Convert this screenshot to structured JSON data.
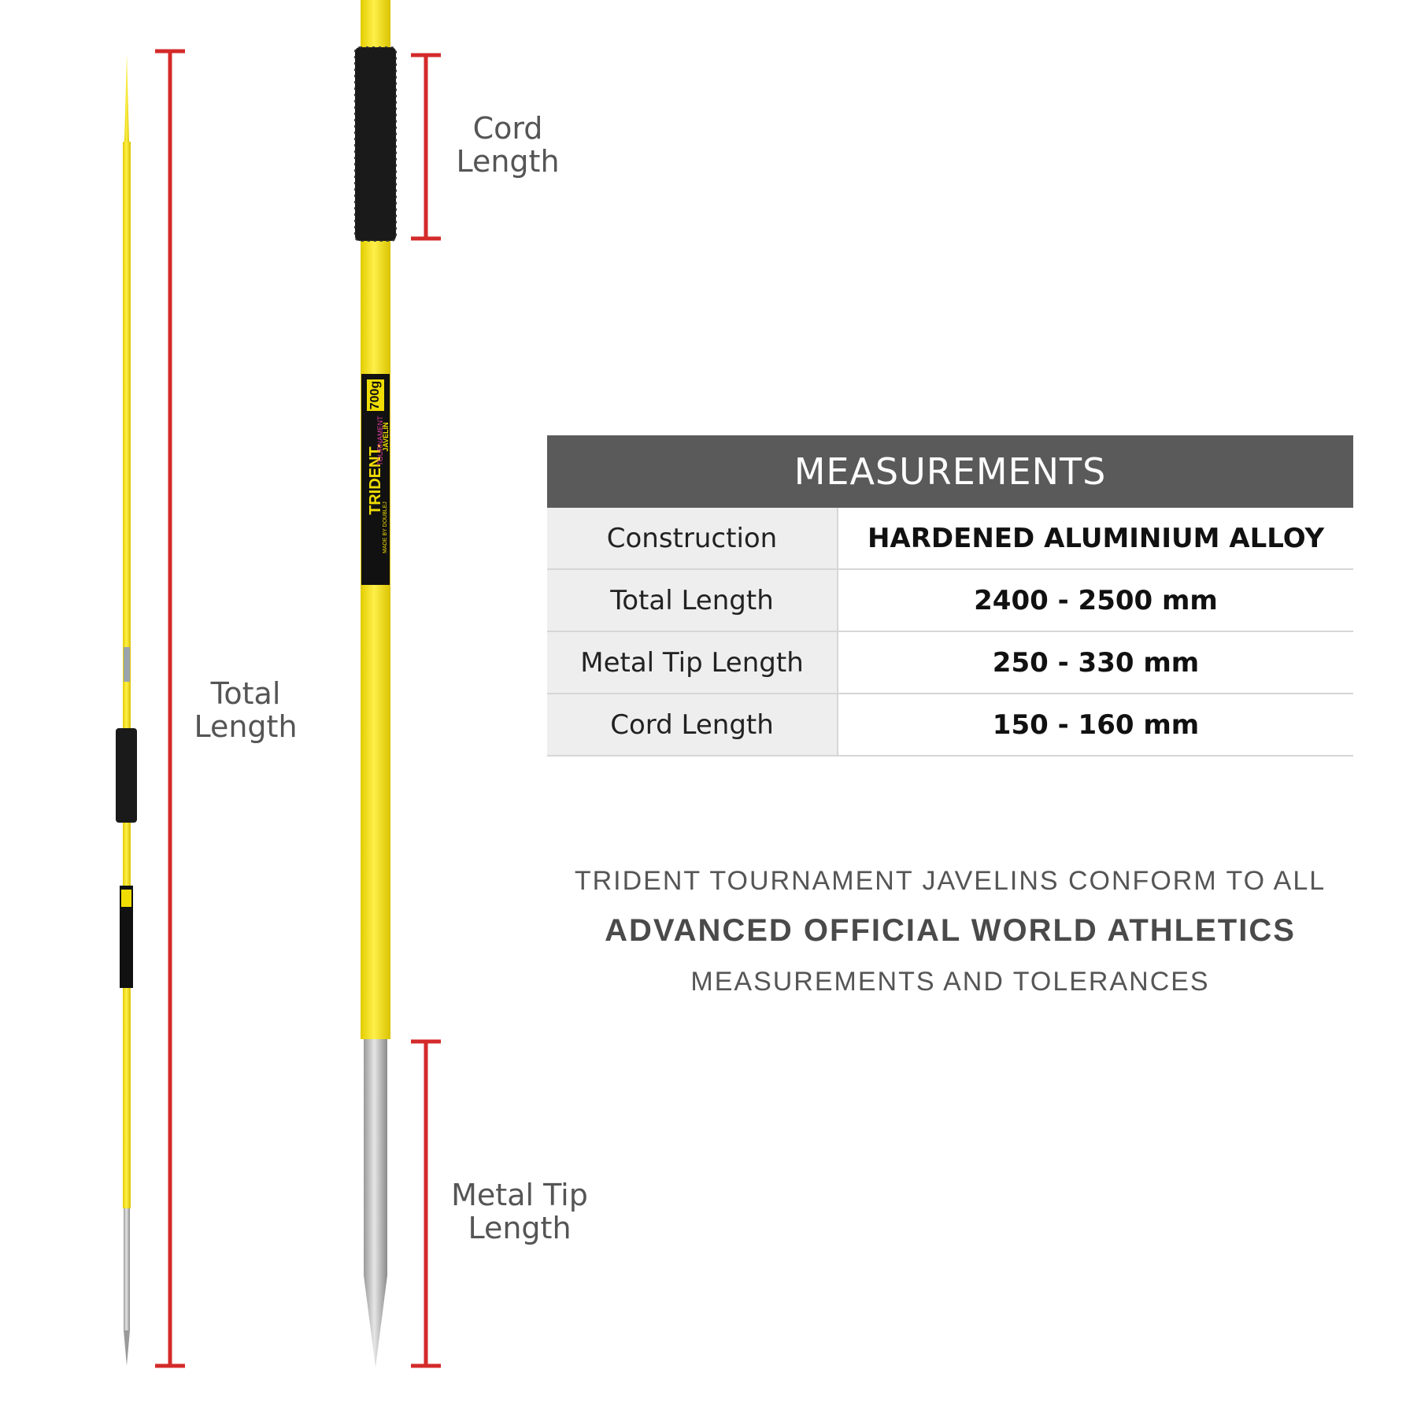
{
  "colors": {
    "javelin_yellow": "#f0dd00",
    "grip_black": "#1a1a1a",
    "tip_metal": "#b8b8b8",
    "dimension_red": "#d42a2a",
    "table_header_bg": "#5a5a5a",
    "label_cell_bg": "#eeeeee"
  },
  "dimensions": {
    "total_length_line1": "Total",
    "total_length_line2": "Length",
    "cord_length_line1": "Cord",
    "cord_length_line2": "Length",
    "metal_tip_line1": "Metal Tip",
    "metal_tip_line2": "Length"
  },
  "table": {
    "title": "MEASUREMENTS",
    "rows": [
      {
        "label": "Construction",
        "value": "HARDENED ALUMINIUM ALLOY"
      },
      {
        "label": "Total Length",
        "value": "2400 - 2500 mm"
      },
      {
        "label": "Metal Tip Length",
        "value": "250 - 330 mm"
      },
      {
        "label": "Cord Length",
        "value": "150 - 160 mm"
      }
    ]
  },
  "note": {
    "line1": "TRIDENT TOURNAMENT JAVELINS CONFORM TO ALL",
    "line2": "ADVANCED OFFICIAL WORLD ATHLETICS",
    "line3": "MEASUREMENTS AND TOLERANCES"
  },
  "brand_label": {
    "brand": "TRIDENT.",
    "model": "TOURNAMENT",
    "type": "JAVELIN",
    "weight": "700g",
    "maker": "MADE BY DOUBLEJ"
  }
}
